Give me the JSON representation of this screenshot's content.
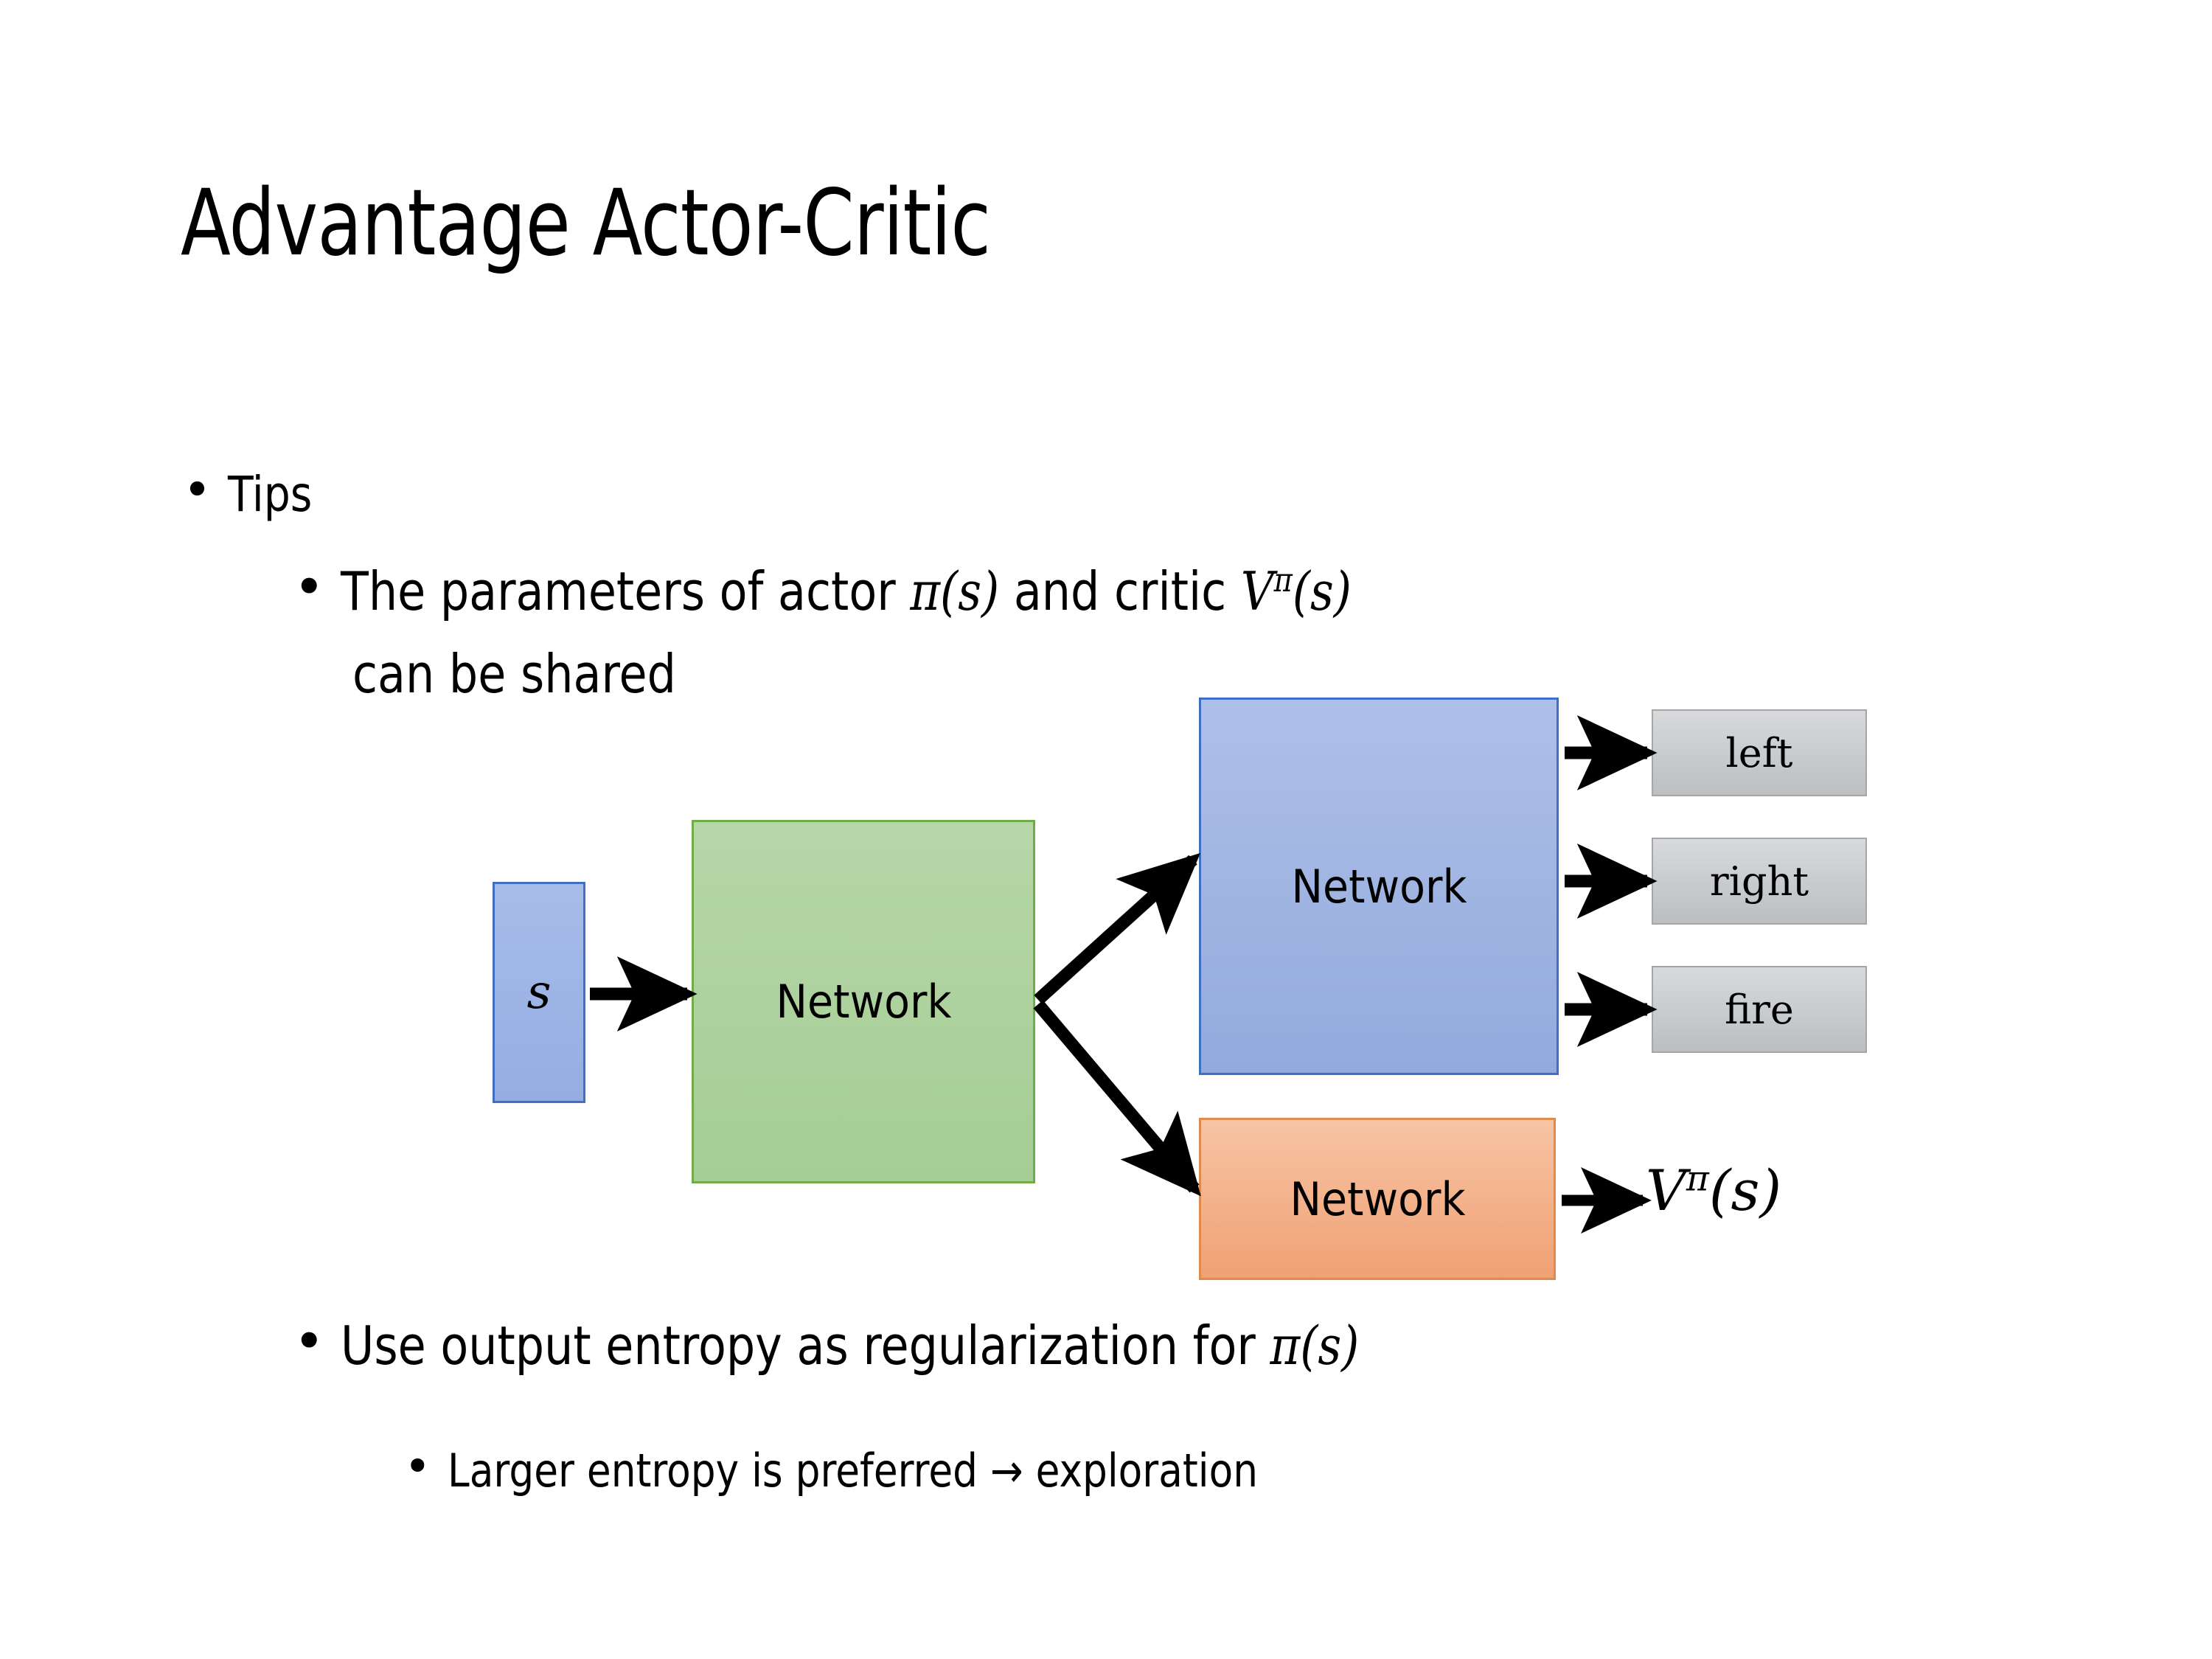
{
  "slide": {
    "title": "Advantage Actor-Critic",
    "bullet_marker": "•"
  },
  "bullets": [
    {
      "level": 1,
      "text": "Tips"
    },
    {
      "level": 2,
      "text_before": "The parameters of actor ",
      "math_1": "π(s)",
      "text_middle": "  and critic ",
      "math_2_base": "V",
      "math_2_sup": "π",
      "math_2_arg": "(s)",
      "text_line2": "can be shared"
    },
    {
      "level": 2,
      "text_before": "Use output entropy as regularization for ",
      "math_1": "π(s)"
    },
    {
      "level": 3,
      "text": "Larger entropy is preferred → exploration"
    }
  ],
  "diagram": {
    "state_box": {
      "label": "s",
      "fill": "#9db3e4",
      "border": "#3f6fc4"
    },
    "shared_network": {
      "label": "Network",
      "fill": "#aed394",
      "border": "#70ad47"
    },
    "actor_network": {
      "label": "Network",
      "fill": "#a2b6e2",
      "border": "#3f6fc4"
    },
    "critic_network": {
      "label": "Network",
      "fill": "#f4b28c",
      "border": "#e08a4e"
    },
    "action_outputs": [
      {
        "label": "left",
        "fill": "#c8cacd"
      },
      {
        "label": "right",
        "fill": "#c8cacd"
      },
      {
        "label": "fire",
        "fill": "#c8cacd"
      }
    ],
    "critic_output": {
      "base": "V",
      "sup": "π",
      "arg": "(s)"
    },
    "arrow_color": "#000000"
  }
}
